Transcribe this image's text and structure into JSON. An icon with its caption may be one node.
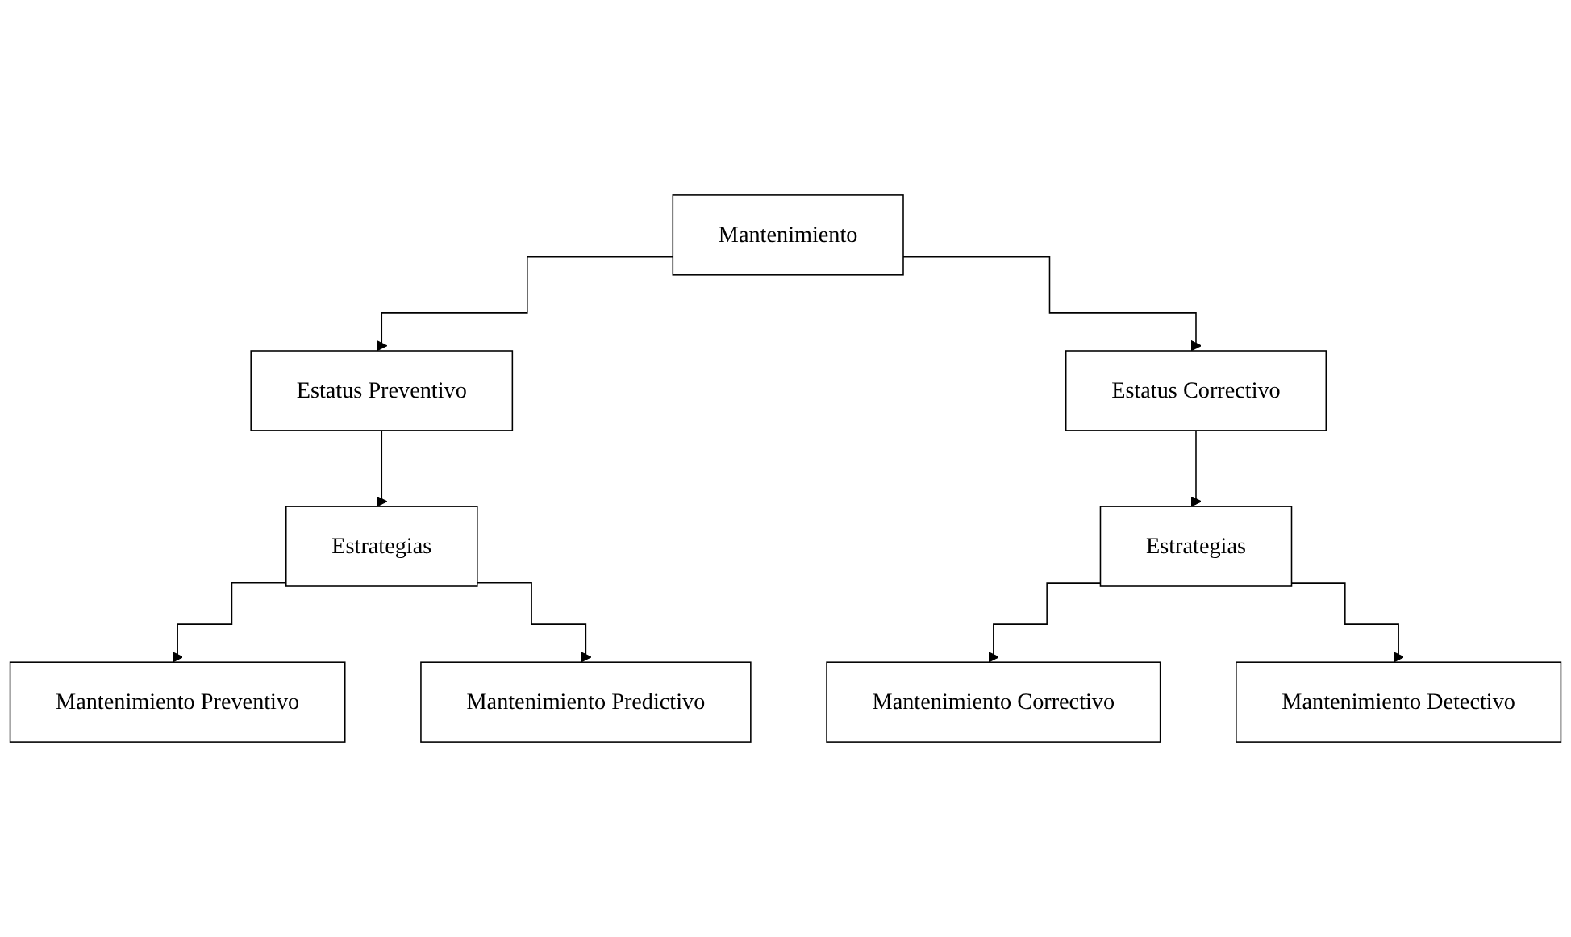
{
  "diagram": {
    "nodes": [
      {
        "text": [
          "Mantenimiento"
        ]
      },
      {
        "text": [
          "Estatus Preventivo"
        ]
      },
      {
        "text": [
          "Estatus Correctivo"
        ]
      },
      {
        "text": [
          "Estrategias"
        ]
      },
      {
        "text": [
          "Estrategias"
        ]
      },
      {
        "text": [
          "Mantenimiento Preventivo"
        ]
      },
      {
        "text": [
          "Mantenimiento Predictivo"
        ]
      },
      {
        "text": [
          "Mantenimiento Correctivo"
        ]
      },
      {
        "text": [
          "Mantenimiento Detectivo"
        ]
      }
    ],
    "edges": [
      {
        "from": 0,
        "to": 1,
        "arrow": "to"
      },
      {
        "from": 0,
        "to": 2,
        "arrow": "to"
      },
      {
        "from": 1,
        "to": 3,
        "arrow": "to"
      },
      {
        "from": 2,
        "to": 4,
        "arrow": "to"
      },
      {
        "from": 3,
        "to": 5,
        "arrow": "to"
      },
      {
        "from": 3,
        "to": 6,
        "arrow": "to"
      },
      {
        "from": 4,
        "to": 7,
        "arrow": "to"
      },
      {
        "from": 4,
        "to": 8,
        "arrow": "to"
      }
    ]
  }
}
